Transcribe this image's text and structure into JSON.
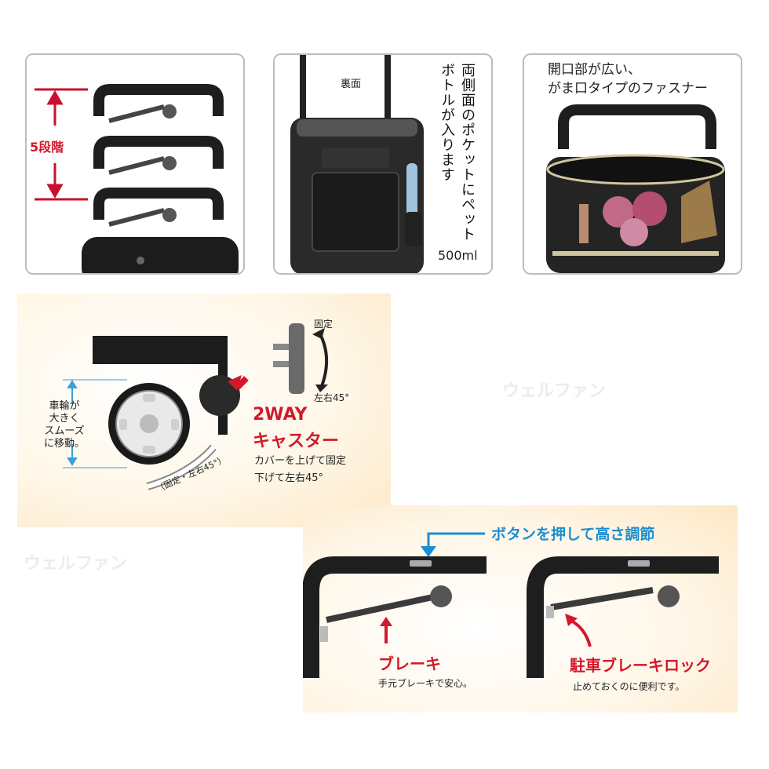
{
  "panels": {
    "height": {
      "label": "5段階"
    },
    "back": {
      "caption": "裏面",
      "pocket_note": "両側面のポケットにペットボトルが入ります",
      "bottle_size": "500ml"
    },
    "opening": {
      "caption_line1": "開口部が広い、",
      "caption_line2": "がま口タイプのファスナー"
    }
  },
  "caster": {
    "wheel_note": "車輪が\n大きく\nスムーズ\nに移動。",
    "fixed_label": "固定",
    "swivel_label": "左右45°",
    "arc_label": "（固定・左右45°）",
    "title_line1": "2WAY",
    "title_line2": "キャスター",
    "desc_line1": "カバーを上げて固定",
    "desc_line2": "下げて左右45°"
  },
  "handle": {
    "button_note": "ボタンを押して高さ調節",
    "brake_title": "ブレーキ",
    "brake_desc": "手元ブレーキで安心。",
    "parking_title": "駐車ブレーキロック",
    "parking_desc": "止めておくのに便利です。"
  },
  "watermark": "ウェルファン",
  "colors": {
    "accent_red": "#d4182b",
    "accent_blue": "#1a8fd4"
  }
}
